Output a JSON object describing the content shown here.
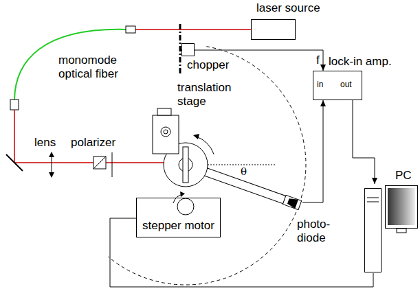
{
  "diagram": {
    "nodes": [
      {
        "text": [
          "laser source"
        ]
      },
      {
        "text": [
          "chopper"
        ]
      },
      {
        "text": [
          "lock-in amp.",
          "in",
          "out"
        ]
      },
      {
        "text": [
          "stepper motor"
        ]
      },
      {
        "text": [
          "photo- diode"
        ]
      },
      {
        "text": [
          "PC"
        ]
      }
    ],
    "edges": [
      {
        "from": 1,
        "to": 2,
        "arrow": "to",
        "label": "f"
      },
      {
        "from": 4,
        "to": 2,
        "arrow": "to"
      },
      {
        "from": 2,
        "to": 5,
        "arrow": "to"
      },
      {
        "from": 5,
        "to": 3,
        "arrow": "none"
      }
    ],
    "labels": [
      "monomode optical fiber",
      "translation stage",
      "lens",
      "polarizer",
      "θ"
    ]
  }
}
